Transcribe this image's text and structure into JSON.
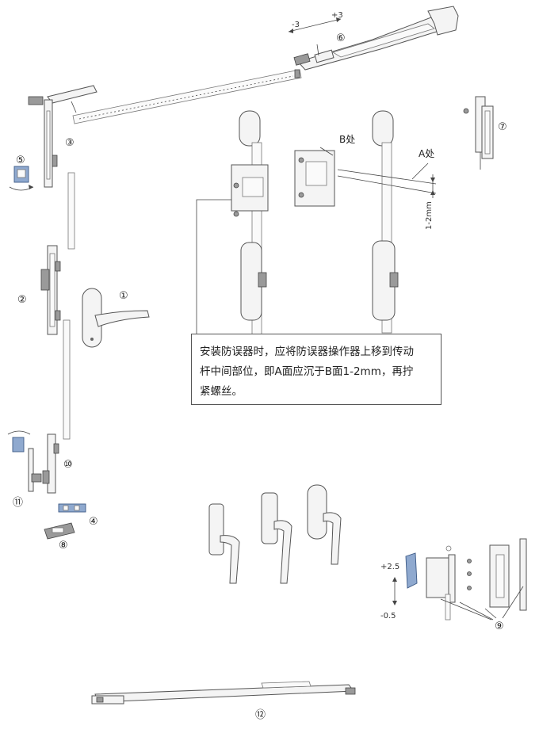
{
  "note": {
    "line1": "安装防误器时，应将防误器操作器上移到传动",
    "line2": "杆中间部位，即A面应沉于B面1-2mm，再拧",
    "line3": "紧螺丝。"
  },
  "labels": {
    "b_side": "B处",
    "a_side": "A处",
    "gap": "1-2mm",
    "adj_minus3": "-3",
    "adj_plus3": "+3",
    "plus_2_5": "+2.5",
    "minus_0_5": "-0.5"
  },
  "part_numbers": {
    "p1": "①",
    "p2": "②",
    "p3": "③",
    "p4": "④",
    "p5": "⑤",
    "p6": "⑥",
    "p7": "⑦",
    "p8": "⑧",
    "p9": "⑨",
    "p10": "⑩",
    "p11": "⑪",
    "p12": "⑫"
  },
  "colors": {
    "line": "#444444",
    "part_fill": "#f4f4f4",
    "accent_blue": "#8fa9cf"
  }
}
